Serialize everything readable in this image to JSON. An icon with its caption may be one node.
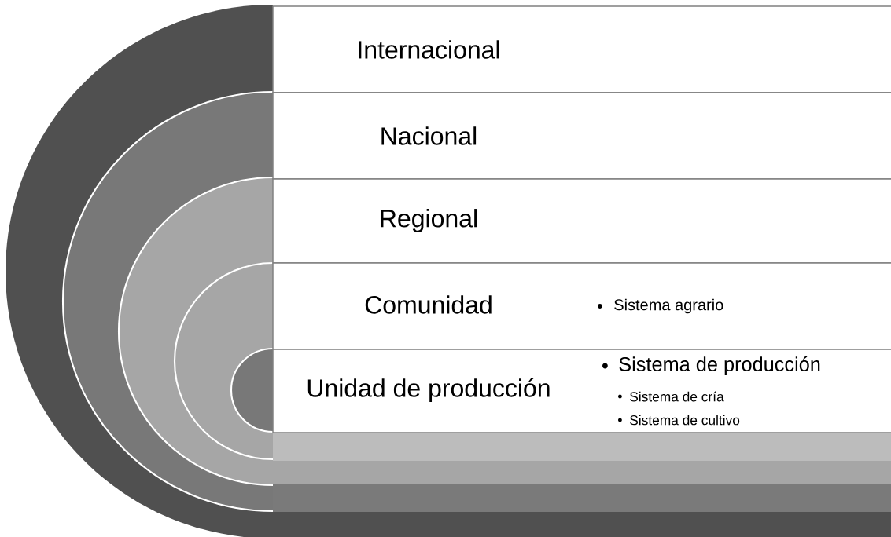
{
  "diagram": {
    "nodes": [
      {
        "text": [
          "Internacional"
        ]
      },
      {
        "text": [
          "Nacional"
        ]
      },
      {
        "text": [
          "Regional"
        ]
      },
      {
        "text": [
          "Comunidad",
          "Sistema agrario"
        ]
      },
      {
        "text": [
          "Unidad de producción",
          "Sistema de producción",
          "Sistema de cría",
          "Sistema de cultivo"
        ]
      }
    ]
  }
}
